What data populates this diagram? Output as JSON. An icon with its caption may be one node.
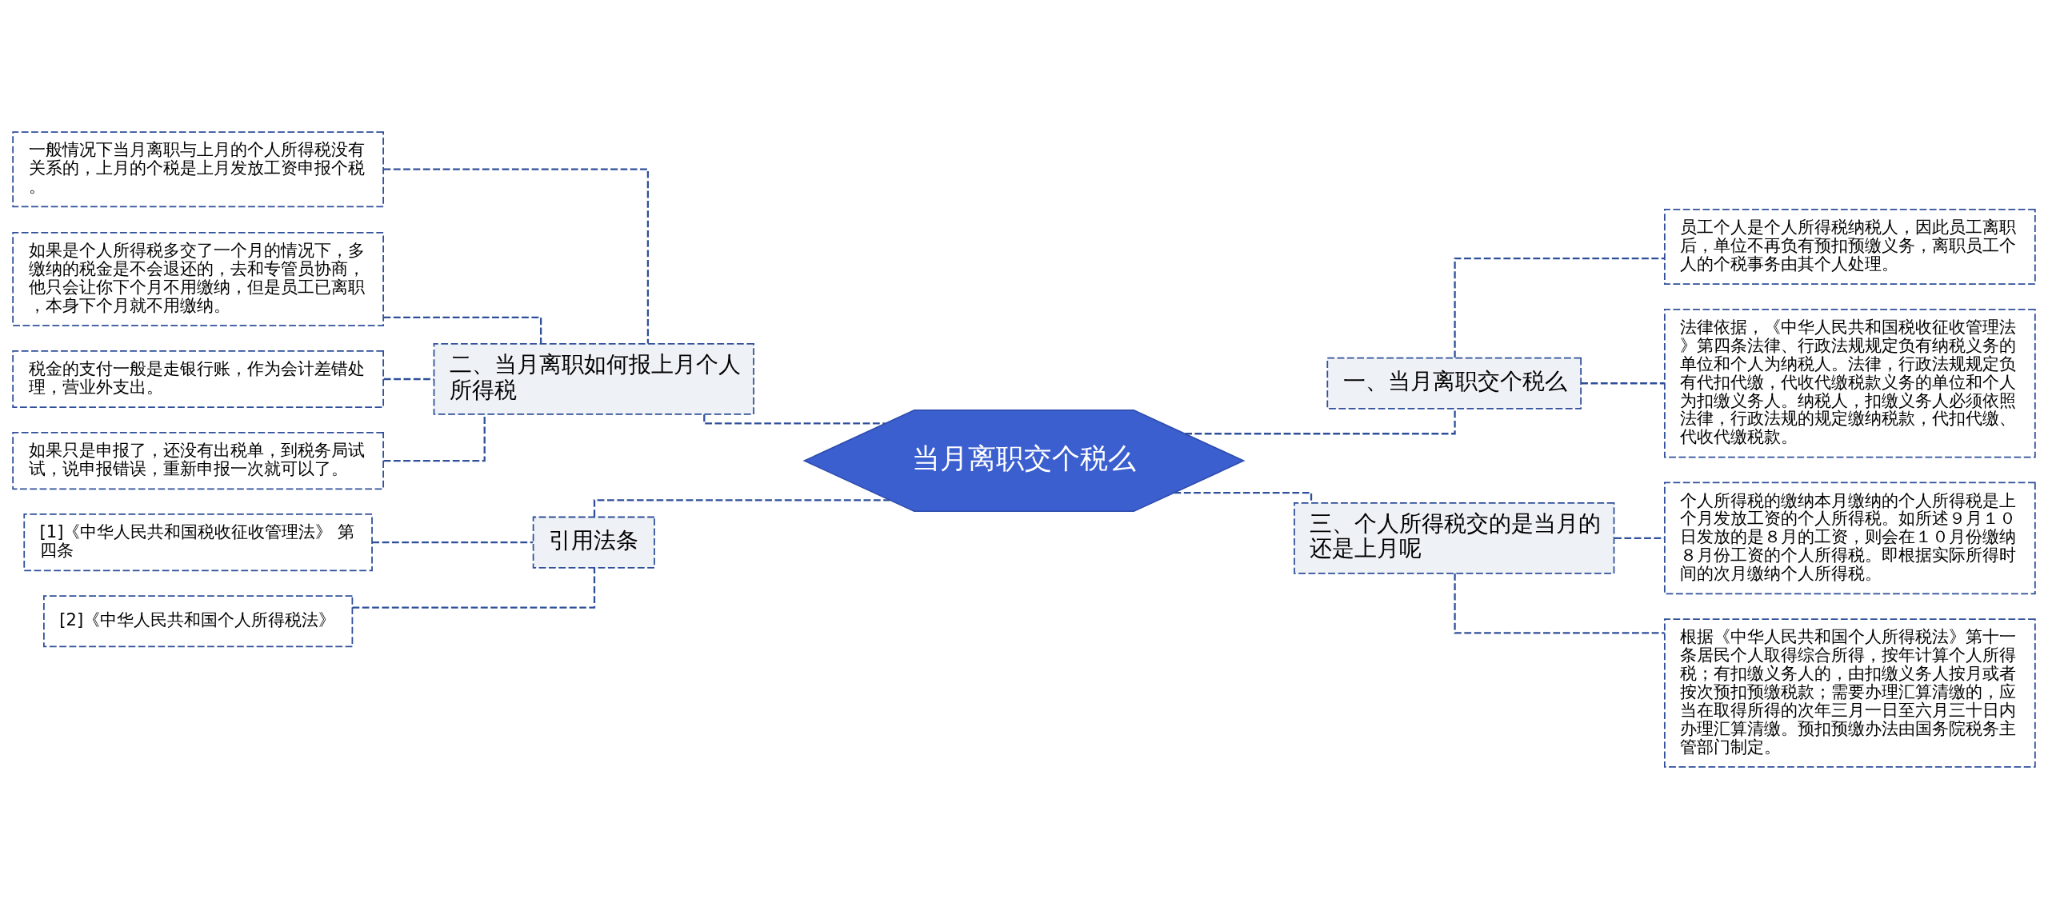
{
  "diagram": {
    "nodes": [
      {
        "text": [
          "当月离职交个税么"
        ]
      },
      {
        "text": [
          "一、当月离职交个税么"
        ]
      },
      {
        "text": [
          "员工个人是个人所得税纳税人，因此员工离职后，单位不再负有预扣预缴义务，离职员工个人的个税事务由其个人处理。"
        ]
      },
      {
        "text": [
          "法律依据，《中华人民共和国税收征收管理法》第四条法律、行政法规规定负有纳税义务的单位和个人为纳税人。法律，行政法规规定负有代扣代缴，代收代缴税款义务的单位和个人为扣缴义务人。纳税人，扣缴义务人必须依照法律，行政法规的规定缴纳税款，代扣代缴、代收代缴税款。"
        ]
      },
      {
        "text": [
          "三、个人所得税交的是当月的还是上月呢"
        ]
      },
      {
        "text": [
          "个人所得税的缴纳本月缴纳的个人所得税是上个月发放工资的个人所得税。如所述９月１０日发放的是８月的工资，则会在１０月份缴纳８月份工资的个人所得税。即根据实际所得时间的次月缴纳个人所得税。"
        ]
      },
      {
        "text": [
          "根据《中华人民共和国个人所得税法》第十一条居民个人取得综合所得，按年计算个人所得税；有扣缴义务人的，由扣缴义务人按月或者按次预扣预缴税款；需要办理汇算清缴的，应当在取得所得的次年三月一日至六月三十日内办理汇算清缴。预扣预缴办法由国务院税务主管部门制定。"
        ]
      },
      {
        "text": [
          "二、当月离职如何报上月个人所得税"
        ]
      },
      {
        "text": [
          "一般情况下当月离职与上月的个人所得税没有关系的，上月的个税是上月发放工资申报个税。"
        ]
      },
      {
        "text": [
          "如果是个人所得税多交了一个月的情况下，多缴纳的税金是不会退还的，去和专管员协商，他只会让你下个月不用缴纳，但是员工已离职，本身下个月就不用缴纳。"
        ]
      },
      {
        "text": [
          "税金的支付一般是走银行账，作为会计差错处理，营业外支出。"
        ]
      },
      {
        "text": [
          "如果只是申报了，还没有出税单，到税务局试试，说申报错误，重新申报一次就可以了。"
        ]
      },
      {
        "text": [
          "引用法条"
        ]
      },
      {
        "text": [
          "[1]《中华人民共和国税收征收管理法》 第四条"
        ]
      },
      {
        "text": [
          "[2]《中华人民共和国个人所得税法》"
        ]
      }
    ],
    "edges": [
      {
        "from": 0,
        "to": 1,
        "arrow": "none",
        "style": "dashed"
      },
      {
        "from": 1,
        "to": 2,
        "arrow": "none",
        "style": "dashed"
      },
      {
        "from": 1,
        "to": 3,
        "arrow": "none",
        "style": "dashed"
      },
      {
        "from": 0,
        "to": 4,
        "arrow": "none",
        "style": "dashed"
      },
      {
        "from": 4,
        "to": 5,
        "arrow": "none",
        "style": "dashed"
      },
      {
        "from": 4,
        "to": 6,
        "arrow": "none",
        "style": "dashed"
      },
      {
        "from": 0,
        "to": 7,
        "arrow": "none",
        "style": "dashed"
      },
      {
        "from": 7,
        "to": 8,
        "arrow": "none",
        "style": "dashed"
      },
      {
        "from": 7,
        "to": 9,
        "arrow": "none",
        "style": "dashed"
      },
      {
        "from": 7,
        "to": 10,
        "arrow": "none",
        "style": "dashed"
      },
      {
        "from": 7,
        "to": 11,
        "arrow": "none",
        "style": "dashed"
      },
      {
        "from": 0,
        "to": 12,
        "arrow": "none",
        "style": "dashed"
      },
      {
        "from": 12,
        "to": 13,
        "arrow": "none",
        "style": "dashed"
      },
      {
        "from": 12,
        "to": 14,
        "arrow": "none",
        "style": "dashed"
      }
    ]
  }
}
